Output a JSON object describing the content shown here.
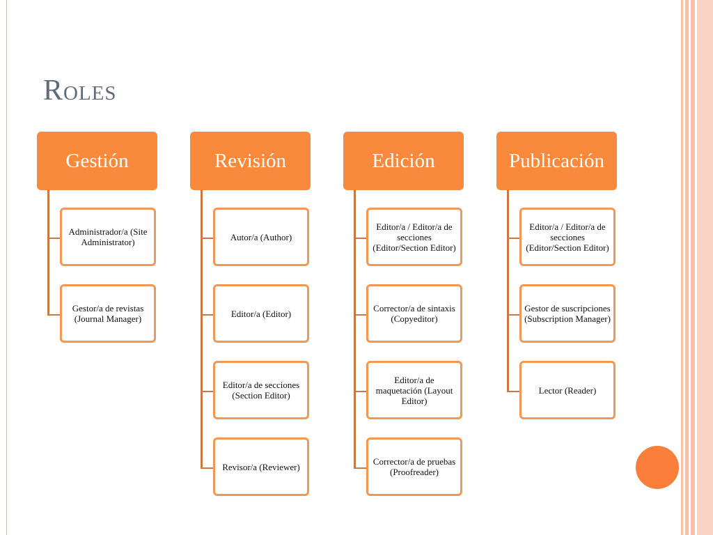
{
  "slide": {
    "title": "Roles"
  },
  "columns": [
    {
      "header": "Gestión",
      "items": [
        "Administrador/a (Site Administrator)",
        "Gestor/a de revistas (Journal Manager)"
      ]
    },
    {
      "header": "Revisión",
      "items": [
        "Autor/a (Author)",
        "Editor/a (Editor)",
        "Editor/a de secciones (Section Editor)",
        "Revisor/a (Reviewer)"
      ]
    },
    {
      "header": "Edición",
      "items": [
        "Editor/a / Editor/a de secciones (Editor/Section Editor)",
        "Corrector/a de sintaxis (Copyeditor)",
        "Editor/a de maquetación (Layout Editor)",
        "Corrector/a de pruebas (Proofreader)"
      ]
    },
    {
      "header": "Publicación",
      "items": [
        "Editor/a / Editor/a de secciones (Editor/Section Editor)",
        "Gestor de suscripciones (Subscription Manager)",
        "Lector (Reader)"
      ]
    }
  ],
  "colors": {
    "header_fill": "#f98a3d",
    "box_border": "#f39754",
    "connector": "#c87a45",
    "title_text": "#5f6b78",
    "accent_circle": "#fb7f3a"
  }
}
